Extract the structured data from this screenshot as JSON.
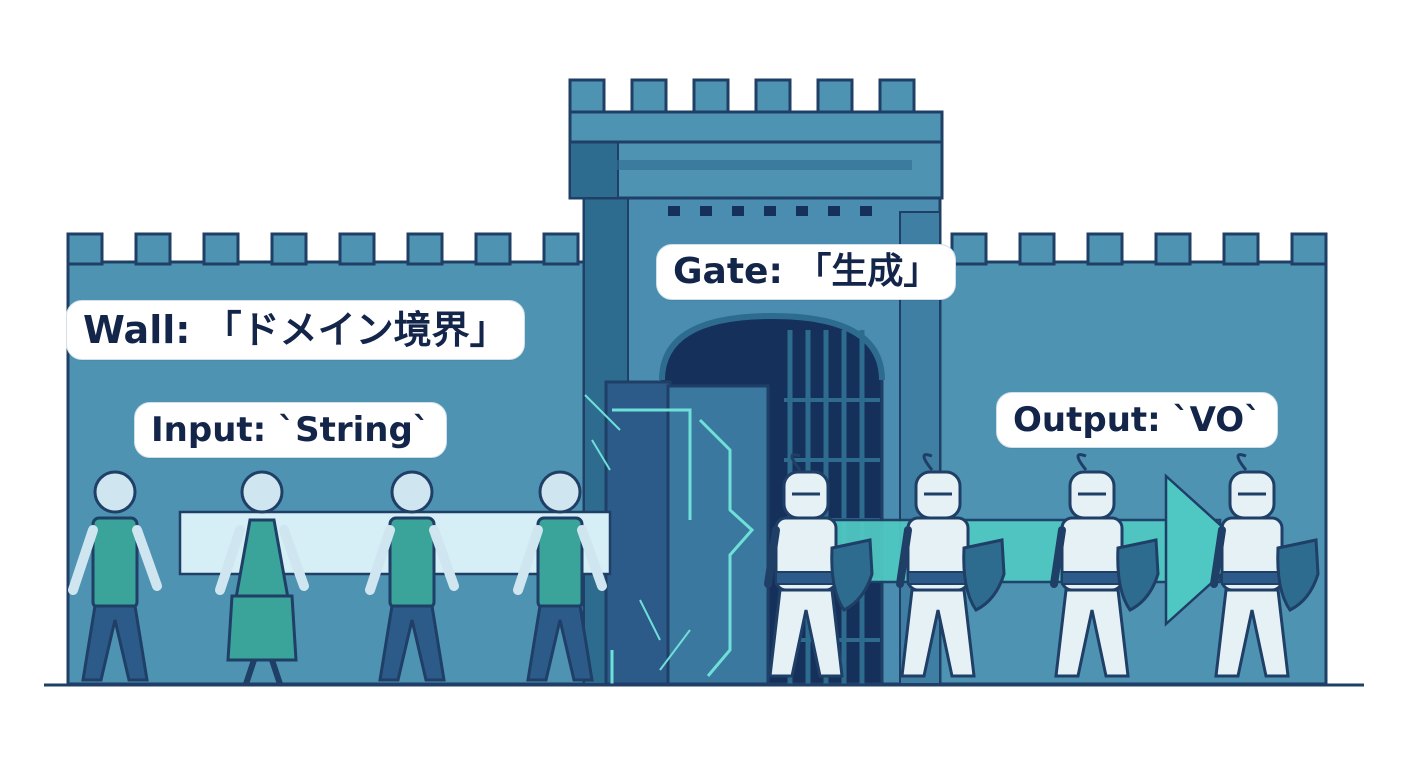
{
  "labels": {
    "wall": "Wall: 「ドメイン境界」",
    "gate": "Gate: 「生成」",
    "input": "Input: `String`",
    "output": "Output: `VO`"
  },
  "colors": {
    "wall": "#4f93b3",
    "wall_dark": "#2e6c8f",
    "outline": "#1f3f66",
    "gate_dark": "#15305a",
    "arrow_light": "#d6eef6",
    "arrow_teal": "#4fc7c2",
    "person_shirt": "#3aa39a",
    "person_pants": "#2c5b8a",
    "person_skin": "#cfe6f0",
    "armor": "#e6f1f6",
    "portal_glow": "#6ee0d8"
  },
  "icons": {
    "person": "person-icon",
    "knight": "knight-icon",
    "shield": "shield-icon"
  }
}
